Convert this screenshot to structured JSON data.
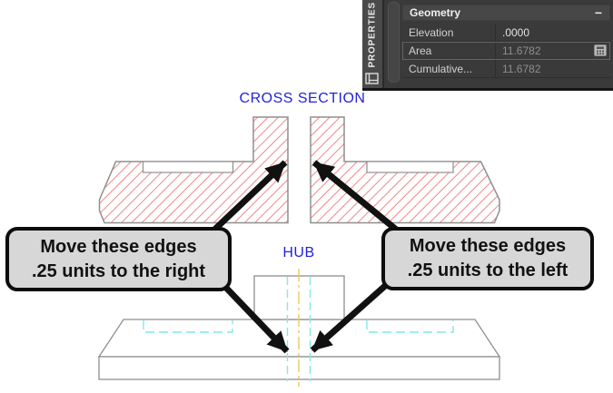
{
  "drawing": {
    "cross_section_label": "CROSS SECTION",
    "hub_label": "HUB"
  },
  "callouts": {
    "left": {
      "line1": "Move these edges",
      "line2": ".25 units to the right"
    },
    "right": {
      "line1": "Move these edges",
      "line2": ".25 units to the left"
    }
  },
  "properties_panel": {
    "title": "PROPERTIES",
    "section": {
      "title": "Geometry",
      "collapse_glyph": "−"
    },
    "rows": [
      {
        "label": "Elevation",
        "value": ".0000"
      },
      {
        "label": "Area",
        "value": "11.6782"
      },
      {
        "label": "Cumulative...",
        "value": "11.6782"
      }
    ]
  },
  "colors": {
    "hatch_red": "#ee8888",
    "outline_gray": "#8f8f8f",
    "hidden_line_cyan": "#7fe9e9",
    "centerline_yellow": "#efc75e",
    "label_blue": "#2222dd",
    "callout_bg": "#d7d7d7",
    "callout_border": "#0d0d0d",
    "panel_bg": "#3a3a3a",
    "panel_titlebar": "#4a4a4a",
    "arrow_black": "#111111"
  }
}
